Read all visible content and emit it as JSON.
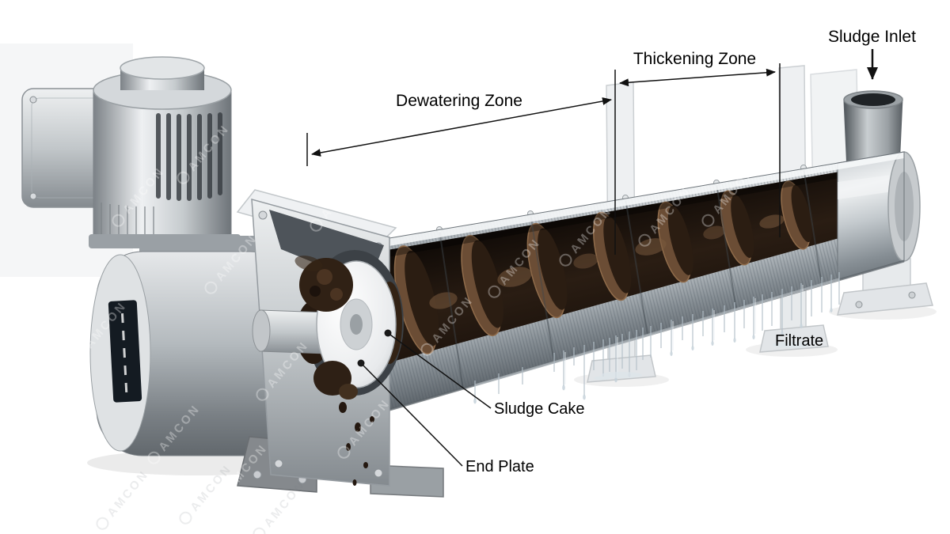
{
  "diagram": {
    "labels": {
      "dewatering_zone": "Dewatering Zone",
      "thickening_zone": "Thickening Zone",
      "sludge_inlet": "Sludge Inlet",
      "filtrate": "Filtrate",
      "sludge_cake": "Sludge Cake",
      "end_plate": "End Plate"
    },
    "watermark": "AMCON",
    "colors": {
      "annotation": "#111111",
      "metal_light": "#eef0f2",
      "metal_mid": "#b4bac0",
      "metal_dark": "#62686d",
      "sludge_brown": "#3a2a1c",
      "filtrate_blue": "#b3bfc8",
      "background": "#ffffff"
    }
  }
}
